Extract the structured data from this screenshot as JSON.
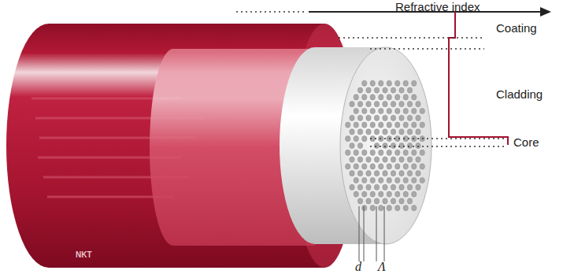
{
  "diagram": {
    "labels": [
      "Refractive index",
      "Coating",
      "Cladding",
      "Core",
      "d",
      "Λ",
      "NKT"
    ]
  }
}
